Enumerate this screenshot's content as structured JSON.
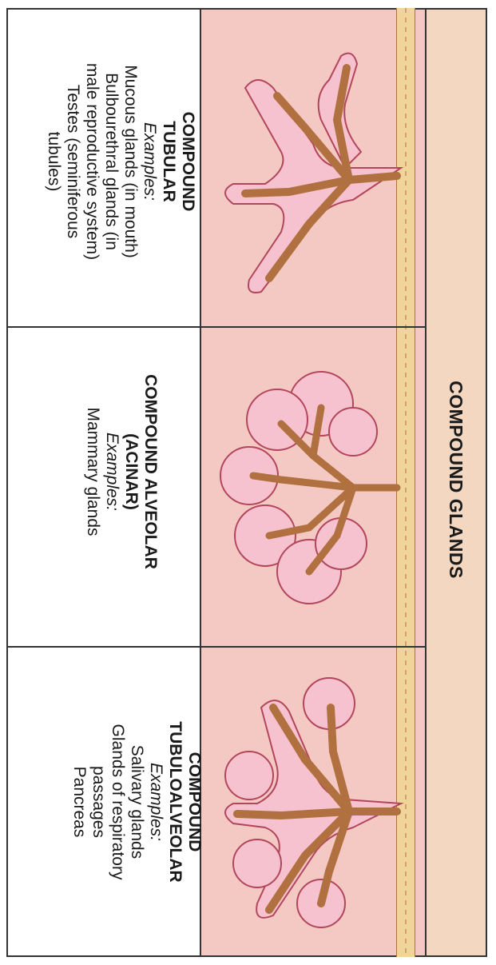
{
  "title": "COMPOUND GLANDS",
  "colors": {
    "header_band": "#f3d7c0",
    "tissue_bg": "#f5c9c3",
    "duct": "#b0703f",
    "epithelium": "#f0d49a",
    "acinus_cells": "#f6c2cf",
    "cell_outline": "#b2465a",
    "border": "#222222"
  },
  "panels": [
    {
      "name_lines": [
        "COMPOUND",
        "TUBULAR"
      ],
      "examples_label": "Examples:",
      "examples": [
        "Mucous glands (in mouth)",
        "Bulbourethral glands (in",
        "male reproductive system)",
        "Testes (seminiferous",
        "tubules)"
      ]
    },
    {
      "name_lines": [
        "COMPOUND ALVEOLAR",
        "(ACINAR)"
      ],
      "examples_label": "Examples:",
      "examples": [
        "Mammary glands"
      ]
    },
    {
      "name_lines": [
        "COMPOUND",
        "TUBULOALVEOLAR"
      ],
      "examples_label": "Examples:",
      "examples": [
        "Salivary glands",
        "Glands of respiratory",
        "passages",
        "Pancreas"
      ]
    }
  ]
}
